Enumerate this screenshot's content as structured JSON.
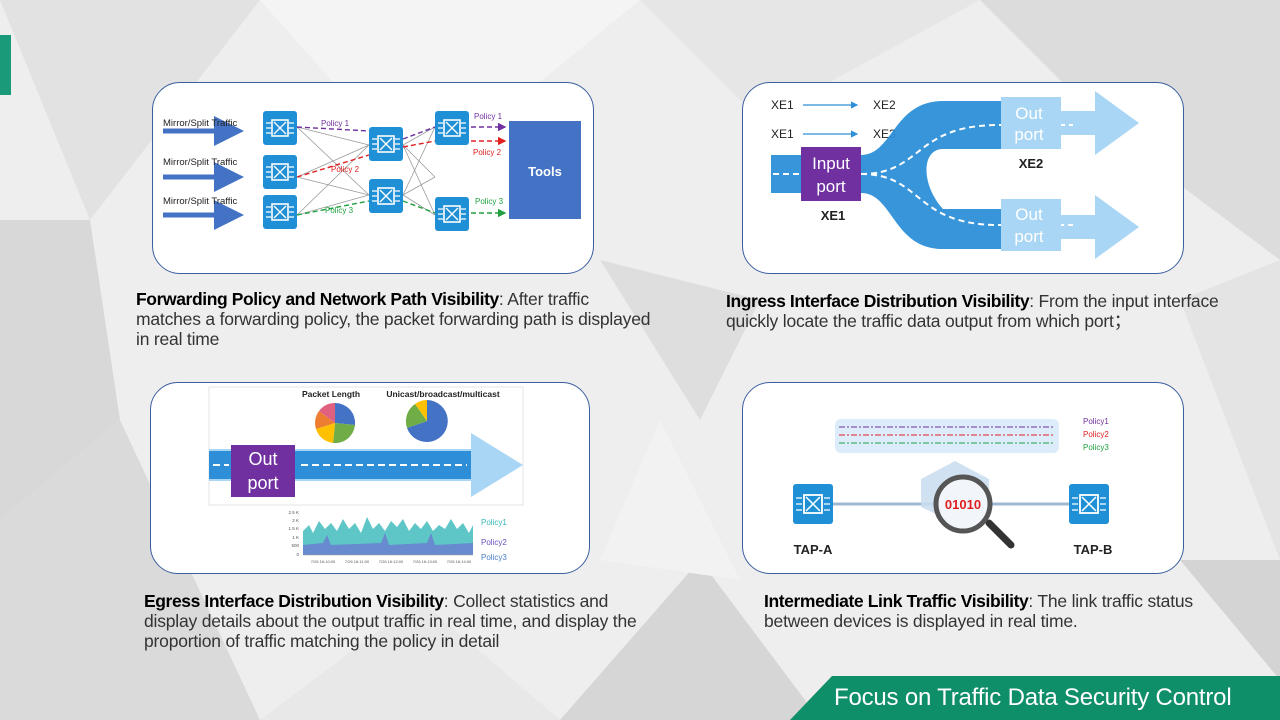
{
  "colors": {
    "accent": "#1a9a78",
    "footer": "#0f8e6a",
    "panel_border": "#3a5fa0",
    "switch": "#1f8fd6",
    "tools": "#4472c4",
    "input_port": "#7030a0",
    "flow": "#2e8fd8",
    "policy1": "#7030a0",
    "policy2": "#e02020",
    "policy3": "#20a040"
  },
  "panel1": {
    "mirror_labels": [
      "Mirror/Split Traffic",
      "Mirror/Split Traffic",
      "Mirror/Split Traffic"
    ],
    "policy_left": [
      "Policy  1",
      "Policy  2",
      "Policy  3"
    ],
    "policy_right": [
      "Policy  1",
      "Policy  2",
      "Policy  3"
    ],
    "tools_label": "Tools",
    "switch_icon": "network-switch-icon"
  },
  "panel2": {
    "map_rows": [
      {
        "from": "XE1",
        "to": "XE2"
      },
      {
        "from": "XE1",
        "to": "XE3"
      }
    ],
    "input_port": [
      "Input",
      "port"
    ],
    "input_label": "XE1",
    "out_port": [
      "Out",
      "port"
    ],
    "out_top_label": "XE2"
  },
  "panel3": {
    "pie1_title": "Packet Length",
    "pie2_title": "Unicast/broadcast/multicast",
    "out_port": [
      "Out",
      "port"
    ],
    "y_ticks": [
      "2.5 K",
      "2 K",
      "1.5 K",
      "1 K",
      "500",
      "0"
    ],
    "x_ticks": [
      "7/26 16:10:00",
      "7/26 16:11:00",
      "7/26 16:12:00",
      "7/26 16:13:00",
      "7/26 16:14:00"
    ],
    "legend": [
      "Policy1",
      "Policy2",
      "Policy3"
    ]
  },
  "panel4": {
    "legend": [
      "Policy1",
      "Policy2",
      "Policy3"
    ],
    "magnifier_text": "01010",
    "tap_a": "TAP-A",
    "tap_b": "TAP-B"
  },
  "captions": {
    "c1": {
      "title": "Forwarding Policy and Network Path Visibility",
      "body": ": After traffic matches a forwarding policy, the packet forwarding path is displayed in real time"
    },
    "c2": {
      "title": "Ingress Interface Distribution Visibility",
      "body": ": From the input interface quickly locate the traffic data output from which port；"
    },
    "c3": {
      "title": "Egress Interface Distribution Visibility",
      "body": ": Collect statistics and display details about the output traffic in real time, and display the proportion of traffic matching the policy in detail"
    },
    "c4": {
      "title": "Intermediate Link Traffic Visibility",
      "body": ": The link traffic status between devices is displayed in real time."
    }
  },
  "footer": {
    "title": "Focus on Traffic Data Security Control"
  }
}
